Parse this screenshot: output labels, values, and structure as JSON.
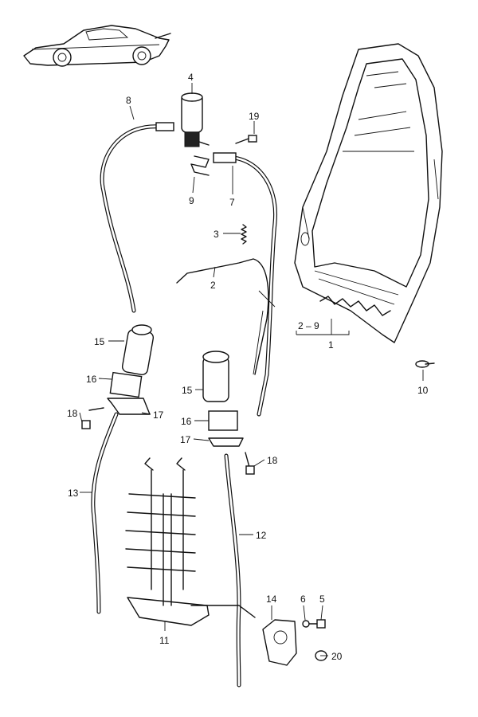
{
  "diagram": {
    "title": "Seat backrest frame, motors and drive cables",
    "callouts": {
      "c4": "4",
      "c8": "8",
      "c19": "19",
      "c9": "9",
      "c7": "7",
      "c3": "3",
      "c2": "2",
      "c2_9": "2 – 9",
      "c1": "1",
      "c15a": "15",
      "c16a": "16",
      "c17a": "17",
      "c18a": "18",
      "c15b": "15",
      "c16b": "16",
      "c17b": "17",
      "c18b": "18",
      "c10": "10",
      "c13": "13",
      "c12": "12",
      "c14": "14",
      "c6": "6",
      "c5": "5",
      "c11": "11",
      "c20": "20"
    }
  }
}
